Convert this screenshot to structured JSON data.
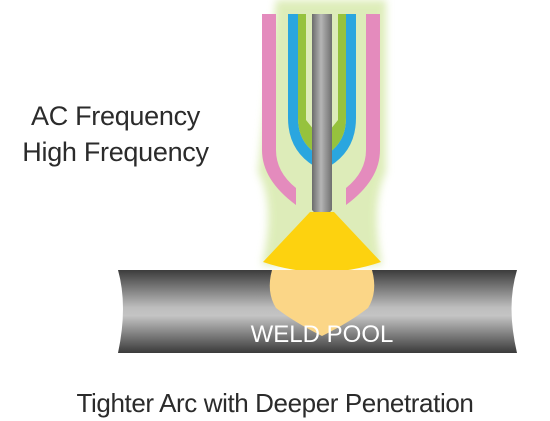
{
  "diagram": {
    "side_label_line1": "AC Frequency",
    "side_label_line2": "High Frequency",
    "pool_label": "WELD POOL",
    "caption": "Tighter Arc with Deeper Penetration"
  },
  "colors": {
    "outer_nozzle": "#e48bbd",
    "inner_sleeve": "#2aa6df",
    "collet": "#96c23d",
    "gas_glow": "#dcecb6",
    "electrode": "#8e8e8e",
    "arc": "#fdd20f",
    "pool": "#fbd687",
    "workpiece_dark": "#4a4a4a",
    "workpiece_light": "#b7b7b7",
    "text": "#2b2b2b"
  }
}
